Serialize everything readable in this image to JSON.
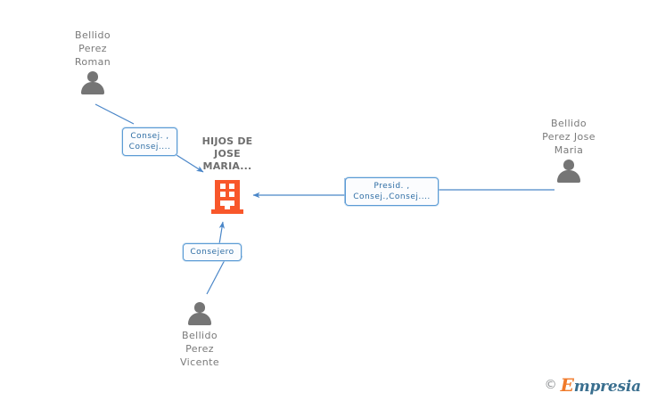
{
  "diagram": {
    "title": "HIJOS DE JOSE MARIA...",
    "company": {
      "name": "HIJOS DE\nJOSE\nMARIA...",
      "icon": "building-icon",
      "color": "#f8572b"
    },
    "people": [
      {
        "id": "bellido-perez-roman",
        "name": "Bellido\nPerez\nRoman",
        "icon": "person-icon"
      },
      {
        "id": "bellido-perez-jose-maria",
        "name": "Bellido\nPerez Jose\nMaria",
        "icon": "person-icon"
      },
      {
        "id": "bellido-perez-vicente",
        "name": "Bellido\nPerez\nVicente",
        "icon": "person-icon"
      }
    ],
    "roles": [
      {
        "id": "role-roman",
        "label": "Consej. ,\nConsej....",
        "from": "bellido-perez-roman",
        "to": "company"
      },
      {
        "id": "role-jose-maria",
        "label": "Presid. ,\nConsej.,Consej....",
        "from": "bellido-perez-jose-maria",
        "to": "company"
      },
      {
        "id": "role-vicente",
        "label": "Consejero",
        "from": "bellido-perez-vicente",
        "to": "company"
      }
    ],
    "edge_color": "#4a86c8"
  },
  "watermark": {
    "copyright": "©",
    "brand_cap": "E",
    "brand_rest": "mpresia"
  }
}
